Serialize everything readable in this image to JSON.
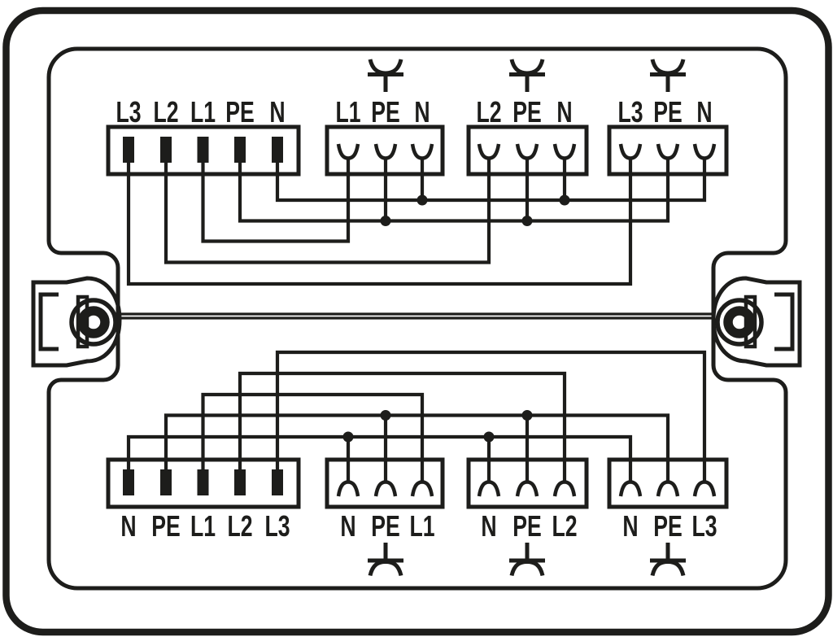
{
  "page": {
    "background_color": "#ffffff",
    "line_color": "#1d1d1b"
  },
  "diagram": {
    "kind": "distribution-box-wiring-diagram",
    "icons": {
      "load_branch_icon": "goblet-shaped tap symbol (cup on bar with stem)",
      "junction_dot": "filled circle at wire T-junction",
      "mounting_lug_icon": "screw eyelet flange"
    }
  },
  "blocks": {
    "top": [
      {
        "name": "supply-block-top",
        "labels": [
          "L3",
          "L2",
          "L1",
          "PE",
          "N"
        ]
      },
      {
        "name": "circuit-block-l1",
        "labels": [
          "L1",
          "PE",
          "N"
        ],
        "symbol": "load-branch-icon"
      },
      {
        "name": "circuit-block-l2",
        "labels": [
          "L2",
          "PE",
          "N"
        ],
        "symbol": "load-branch-icon"
      },
      {
        "name": "circuit-block-l3",
        "labels": [
          "L3",
          "PE",
          "N"
        ],
        "symbol": "load-branch-icon"
      }
    ],
    "bottom": [
      {
        "name": "supply-block-bottom",
        "labels": [
          "N",
          "PE",
          "L1",
          "L2",
          "L3"
        ]
      },
      {
        "name": "circuit-block-l1",
        "labels": [
          "N",
          "PE",
          "L1"
        ],
        "symbol": "load-branch-icon"
      },
      {
        "name": "circuit-block-l2",
        "labels": [
          "N",
          "PE",
          "L2"
        ],
        "symbol": "load-branch-icon"
      },
      {
        "name": "circuit-block-l3",
        "labels": [
          "N",
          "PE",
          "L3"
        ],
        "symbol": "load-branch-icon"
      }
    ]
  },
  "nets": [
    {
      "name": "N",
      "connects": [
        "supply N",
        "circuit-L1 N",
        "circuit-L2 N",
        "circuit-L3 N"
      ]
    },
    {
      "name": "PE",
      "connects": [
        "supply PE",
        "circuit-L1 PE",
        "circuit-L2 PE",
        "circuit-L3 PE"
      ]
    },
    {
      "name": "L1",
      "connects": [
        "supply L1",
        "circuit-L1 L1"
      ]
    },
    {
      "name": "L2",
      "connects": [
        "supply L2",
        "circuit-L2 L2"
      ]
    },
    {
      "name": "L3",
      "connects": [
        "supply L3",
        "circuit-L3 L3"
      ]
    }
  ]
}
